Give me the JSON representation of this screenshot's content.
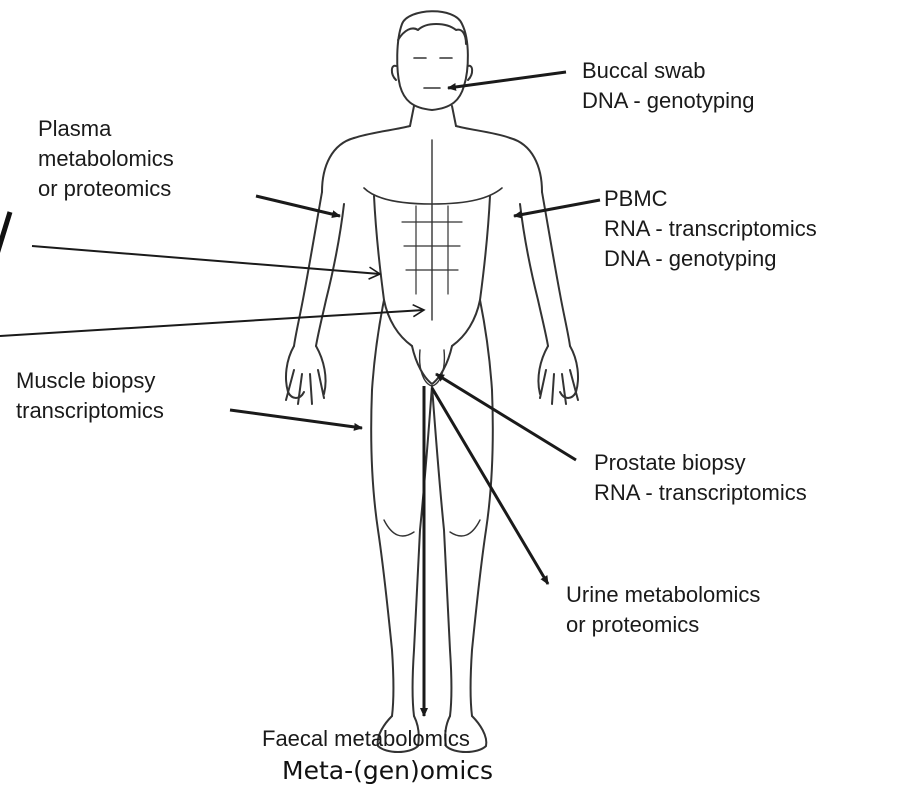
{
  "labels": {
    "buccal": [
      "Buccal swab",
      "DNA -  genotyping"
    ],
    "plasma": [
      "Plasma",
      "metabolomics",
      "or proteomics"
    ],
    "pbmc": [
      "PBMC",
      "RNA - transcriptomics",
      "DNA - genotyping"
    ],
    "muscle": [
      "Muscle biopsy",
      "transcriptomics"
    ],
    "prostate": [
      "Prostate biopsy",
      "RNA - transcriptomics"
    ],
    "urine": [
      "Urine metabolomics",
      "or proteomics"
    ],
    "faecal": "Faecal metabolomics",
    "meta": "Meta-(gen)omics"
  },
  "colors": {
    "stroke": "#1a1a1a",
    "text": "#1a1a1a"
  }
}
